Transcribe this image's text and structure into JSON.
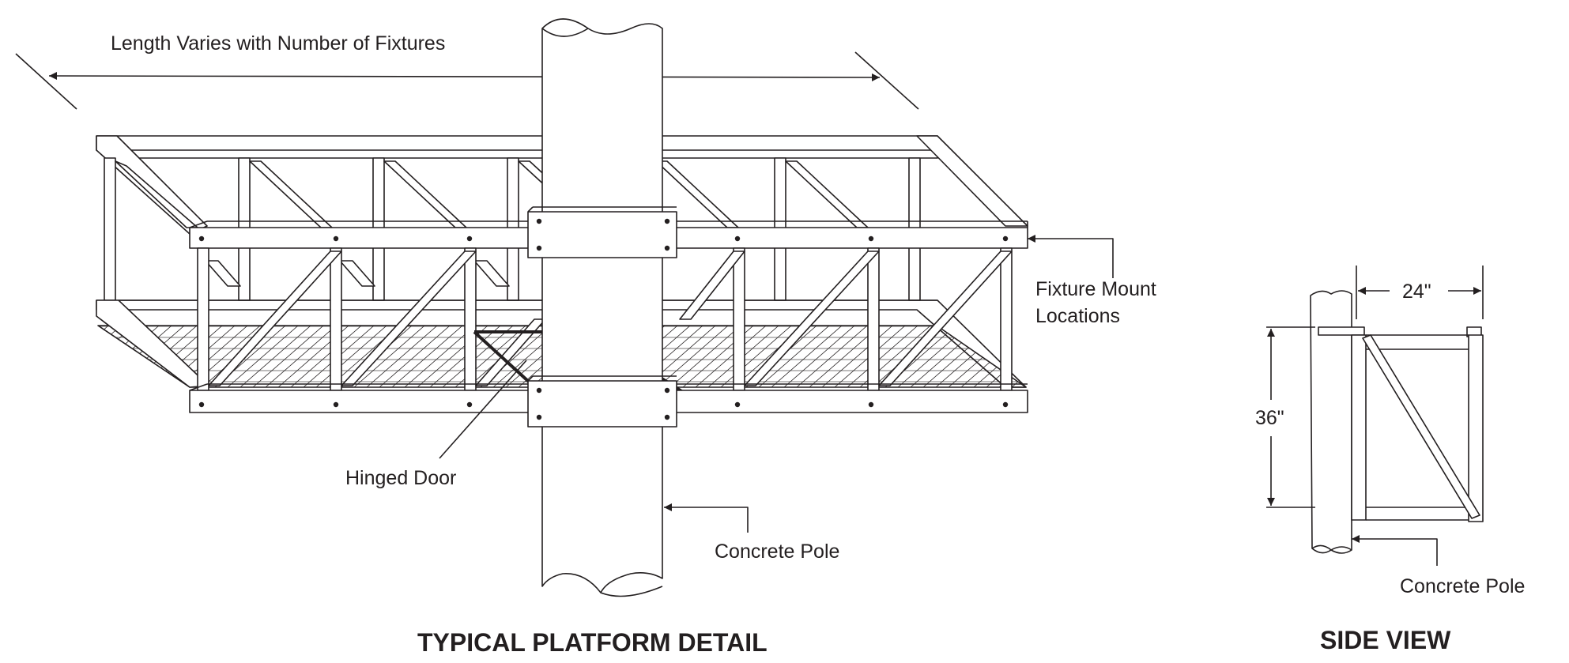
{
  "platform": {
    "length_note": "Length Varies with Number of Fixtures",
    "fixture_mount_label": [
      "Fixture Mount",
      "Locations"
    ],
    "hinged_door_label": "Hinged Door",
    "pole_label": "Concrete Pole",
    "title": "TYPICAL PLATFORM DETAIL"
  },
  "side_view": {
    "width_dim": "24\"",
    "height_dim": "36\"",
    "pole_label": "Concrete Pole",
    "title": "SIDE VIEW"
  },
  "colors": {
    "ink": "#231f20",
    "paper": "#ffffff"
  }
}
